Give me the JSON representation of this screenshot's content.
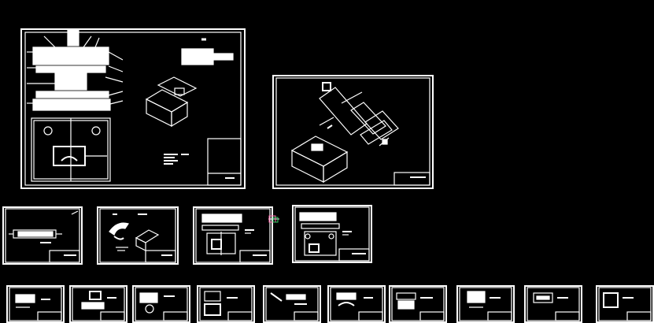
{
  "viewport": {
    "background": "#000000",
    "stroke": "#ffffff",
    "cursor_color": "#33cc66",
    "cursor_accent": "#ff66aa"
  },
  "sheets_large": [
    {
      "id": "assembly-drawing"
    },
    {
      "id": "isometric-exploded-view"
    }
  ],
  "sheets_row2": [
    {
      "id": "part-sheet-1"
    },
    {
      "id": "part-sheet-2"
    },
    {
      "id": "part-sheet-3"
    },
    {
      "id": "part-sheet-4"
    }
  ],
  "sheets_row3": [
    {
      "id": "part-sheet-5"
    },
    {
      "id": "part-sheet-6"
    },
    {
      "id": "part-sheet-7"
    },
    {
      "id": "part-sheet-8"
    },
    {
      "id": "part-sheet-9"
    },
    {
      "id": "part-sheet-10"
    },
    {
      "id": "part-sheet-11"
    },
    {
      "id": "part-sheet-12"
    },
    {
      "id": "part-sheet-13"
    },
    {
      "id": "part-sheet-14"
    }
  ],
  "cursor": {
    "icon": "crosshair-cursor-icon"
  }
}
